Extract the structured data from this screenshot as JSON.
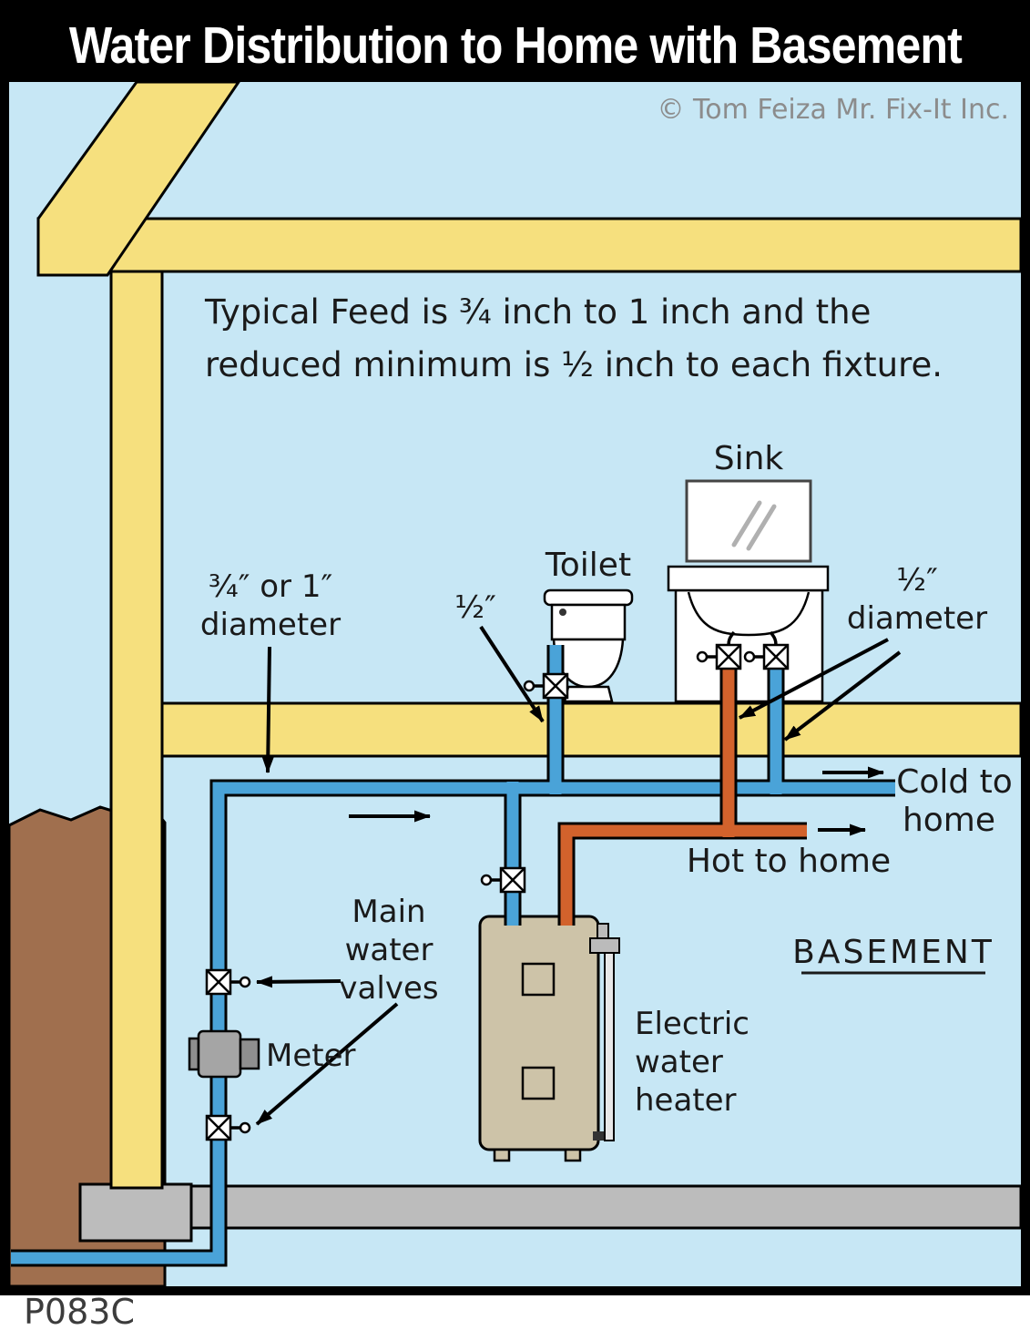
{
  "title": "Water Distribution to Home with Basement",
  "copyright": "© Tom Feiza Mr. Fix-It Inc.",
  "code": "P083C",
  "note": {
    "line1": "Typical Feed is ¾ inch to 1 inch and the",
    "line2": "reduced minimum is ½ inch to each fixture."
  },
  "labels": {
    "sink": "Sink",
    "toilet": "Toilet",
    "toilet_pipe_size": "½″",
    "feed_size_line1": "¾″ or 1″",
    "feed_size_line2": "diameter",
    "sink_pipe_size_line1": "½″",
    "sink_pipe_size_line2": "diameter",
    "cold_line1": "Cold to",
    "cold_line2": "home",
    "hot": "Hot to home",
    "main_valves_line1": "Main",
    "main_valves_line2": "water",
    "main_valves_line3": "valves",
    "meter": "Meter",
    "heater_line1": "Electric",
    "heater_line2": "water",
    "heater_line3": "heater",
    "basement": "BASEMENT"
  },
  "colors": {
    "background": "#c7e7f5",
    "frame": "#000000",
    "lumber": "#f6e07e",
    "cold_pipe": "#4aa3d8",
    "hot_pipe": "#d2622c",
    "ground": "#a06f4e",
    "concrete": "#bcbcbc",
    "heater": "#cdc3a8",
    "text": "#1a1a1a",
    "copyright_text": "#8c8c8c"
  }
}
